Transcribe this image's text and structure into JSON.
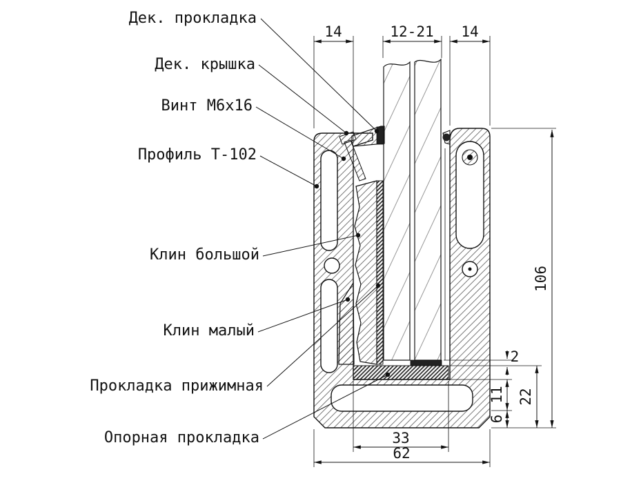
{
  "colors": {
    "line": "#111111",
    "background": "#ffffff"
  },
  "labels": {
    "dek_prokladka": "Дек. прокладка",
    "dek_kryshka": "Дек. крышка",
    "vint": "Винт М6х16",
    "profil": "Профиль Т-102",
    "klin_bolshoy": "Клин большой",
    "klin_maly": "Клин малый",
    "prokladka_prizhimnaya": "Прокладка прижимная",
    "opornaya_prokladka": "Опорная прокладка"
  },
  "dimensions": {
    "top_left_wall": "14",
    "glass_gap": "12-21",
    "top_right_wall": "14",
    "profile_height": "106",
    "glass_clearance": "2",
    "base_step": "11",
    "base_total": "22",
    "base_flange": "6",
    "inner_width": "33",
    "overall_width": "62"
  }
}
